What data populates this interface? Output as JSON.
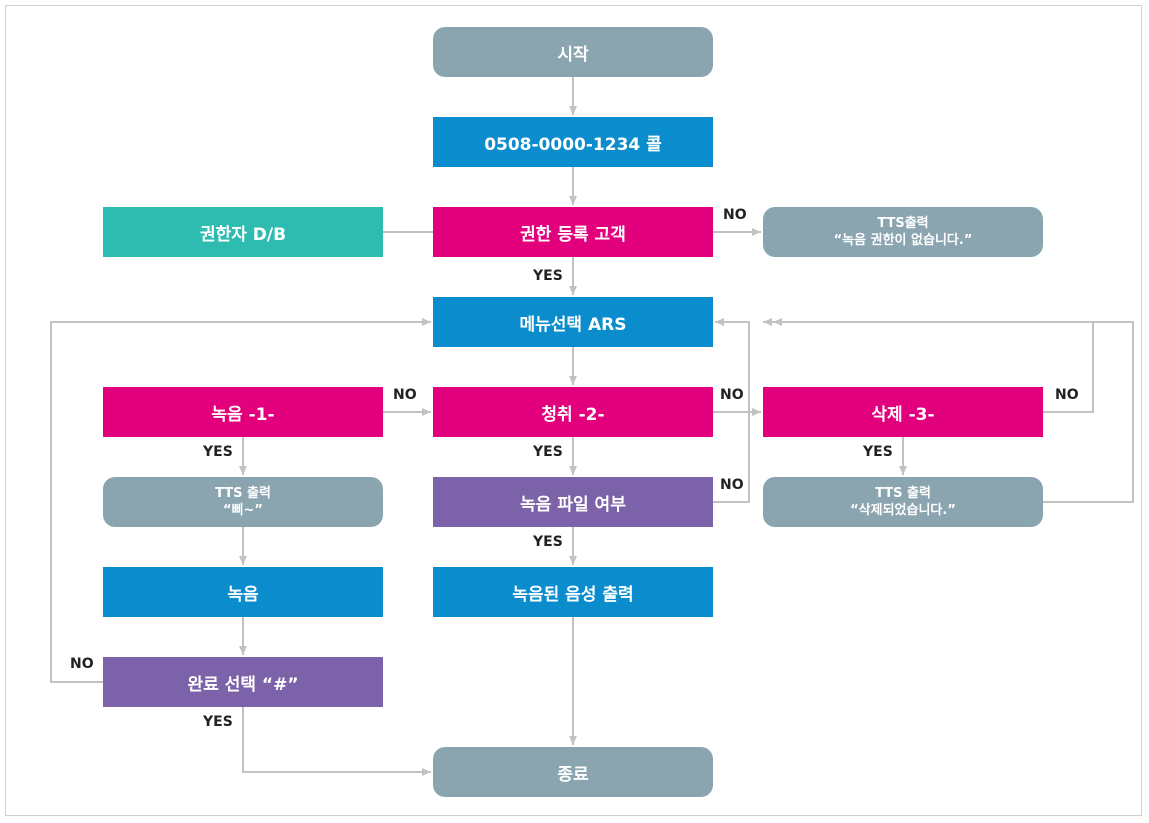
{
  "colors": {
    "terminal": "#8aa4b0",
    "process": "#0b8ccd",
    "decision": "#e3007d",
    "database": "#2ebcb0",
    "check": "#7c62a8",
    "line": "#c2c2c2"
  },
  "nodes": {
    "start": "시작",
    "call": "0508-0000-1234 콜",
    "auth_db": "권한자 D/B",
    "auth_check": "권한 등록 고객",
    "tts_no_auth": {
      "line1": "TTS출력",
      "line2": "“녹음 권한이 없습니다.”"
    },
    "menu": "메뉴선택 ARS",
    "record_opt": "녹음 -1-",
    "listen_opt": "청취 -2-",
    "delete_opt": "삭제 -3-",
    "tts_beep": {
      "line1": "TTS 출력",
      "line2": "“삐~”"
    },
    "file_check": "녹음 파일 여부",
    "tts_deleted": {
      "line1": "TTS 출력",
      "line2": "“삭제되었습니다.”"
    },
    "recording": "녹음",
    "play_voice": "녹음된 음성 출력",
    "finish_select": "완료 선택 “#”",
    "end": "종료"
  },
  "labels": {
    "yes": "YES",
    "no": "NO"
  }
}
